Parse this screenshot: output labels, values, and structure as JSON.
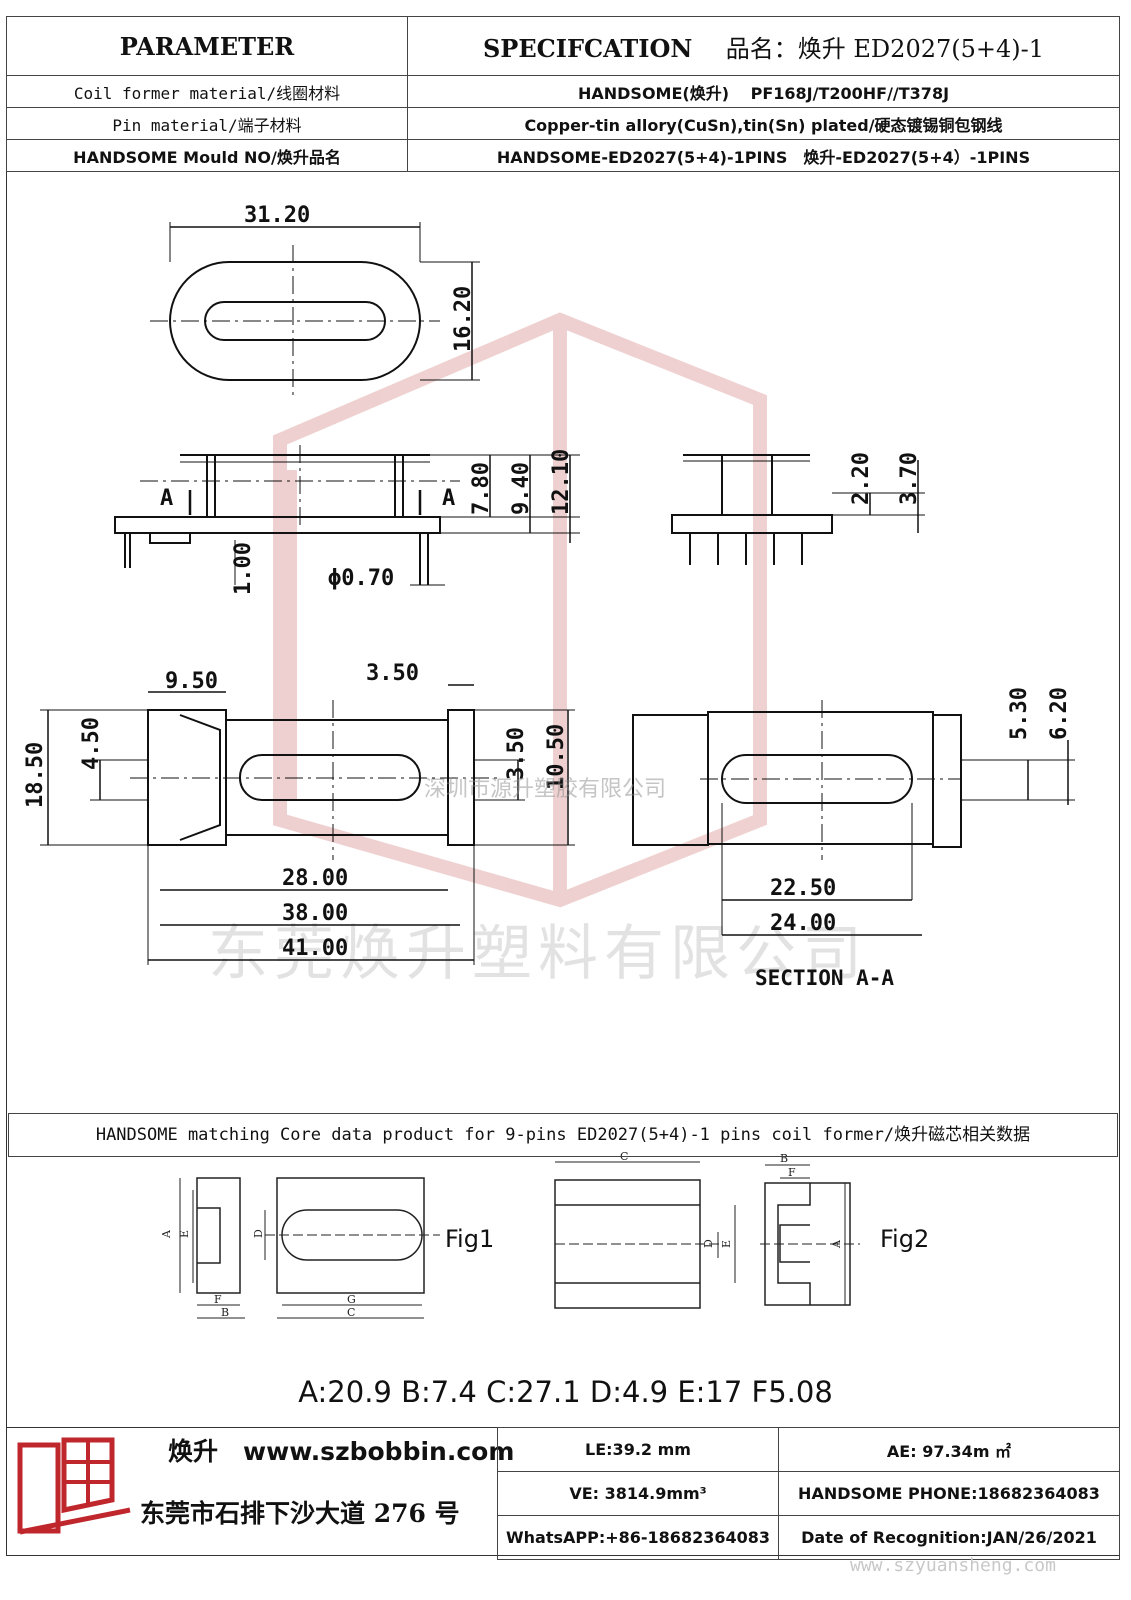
{
  "header": {
    "parameter": "PARAMETER",
    "specification": "SPECIFCATION",
    "product_name": "品名：焕升 ED2027(5+4)-1"
  },
  "rows": [
    {
      "label": "Coil former material/线圈材料",
      "value": "HANDSOME(焕升)　 PF168J/T200HF//T378J"
    },
    {
      "label": "Pin material/端子材料",
      "value": "Copper-tin allory(CuSn),tin(Sn) plated/硬态镀锡铜包钢线"
    },
    {
      "label": "HANDSOME Mould NO/焕升品名",
      "value": "HANDSOME-ED2027(5+4)-1PINS　焕升-ED2027(5+4）-1PINS"
    }
  ],
  "dimensions": {
    "A": "31.20",
    "B": "16.20",
    "C": "7.80",
    "D": "9.40",
    "E": "12.10",
    "F": "2.20",
    "G": "ϕ0.70",
    "H": "3.70",
    "I": "1.00",
    "J": "9.50",
    "K": "3.50",
    "L": "18.50",
    "M": "4.50",
    "N": "3.50",
    "O": "10.50",
    "P": "28.00",
    "Q": "38.00",
    "R": "41.00",
    "S": "5.30",
    "T": "6.20",
    "U": "22.50",
    "V": "24.00"
  },
  "section_label": "SECTION A-A",
  "section_marker": "A",
  "watermark_company": "东莞焕升塑料有限公司",
  "watermark_company2": "深圳市源升塑胶有限公司",
  "core_banner": "HANDSOME matching Core data  product for 9-pins ED2027(5+4)-1 pins coil former/焕升磁芯相关数据",
  "fig1": "Fig1",
  "fig2": "Fig2",
  "core_letters": {
    "A": "A",
    "B": "B",
    "C": "C",
    "D": "D",
    "E": "E",
    "F": "F",
    "G": "G"
  },
  "core_data": "A:20.9 B:7.4 C:27.1 D:4.9 E:17 F5.08",
  "footer": {
    "brand_line": "焕升　www.szbobbin.com",
    "address": "东莞市石排下沙大道 276 号",
    "le": "LE:39.2 mm",
    "ae": "AE: 97.34m ㎡",
    "ve": "VE: 3814.9mm³",
    "phone": "HANDSOME PHONE:18682364083",
    "whatsapp": "WhatsAPP:+86-18682364083",
    "date": "Date of Recognition:JAN/26/2021"
  },
  "watermark_url": "www.szyuansheng.com",
  "colors": {
    "logo_red": "#c0272d",
    "line": "#222222",
    "watermark": "#e6b2b2"
  }
}
